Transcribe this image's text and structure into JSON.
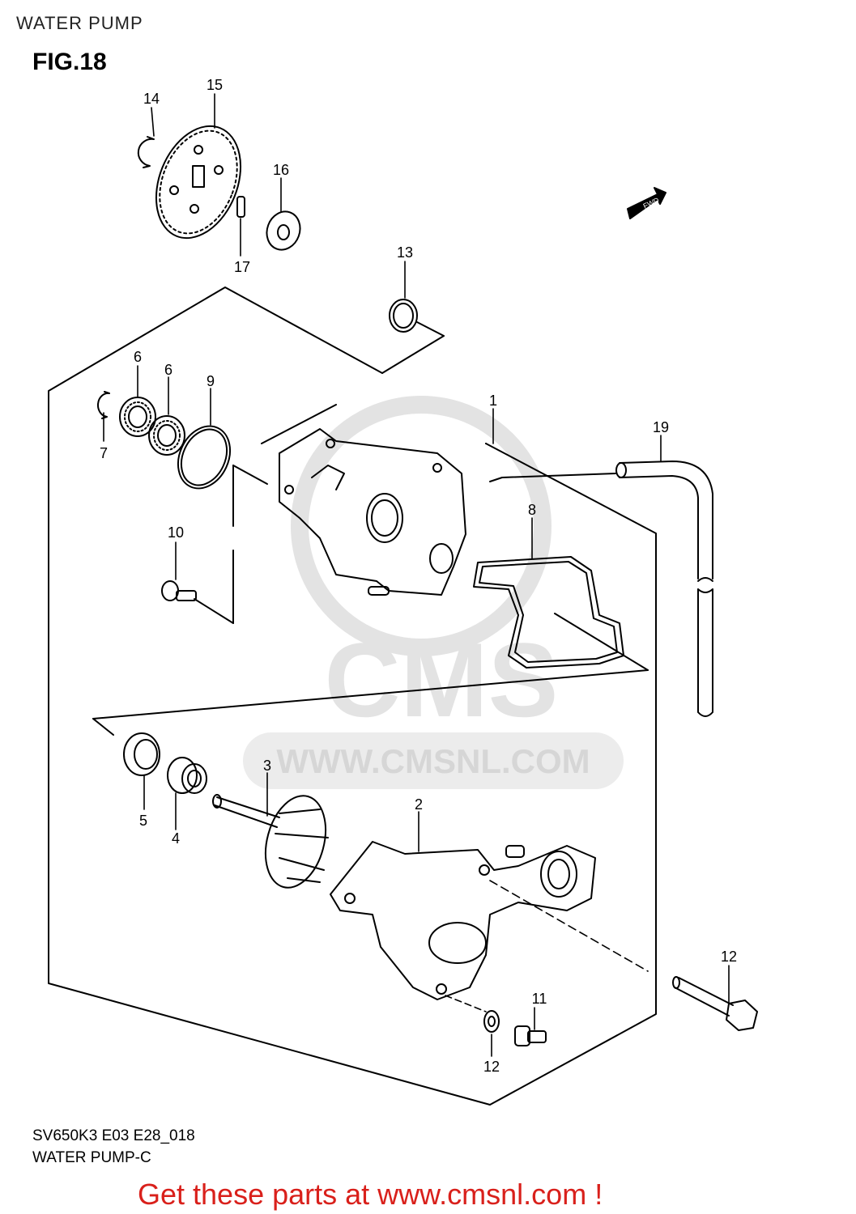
{
  "header": {
    "title": "WATER PUMP",
    "figure": "FIG.18"
  },
  "watermark": {
    "brand": "CMS",
    "url": "WWW.CMSNL.COM"
  },
  "fwd_label": "FWD",
  "callouts": [
    {
      "id": "c1",
      "label": "1"
    },
    {
      "id": "c2",
      "label": "2"
    },
    {
      "id": "c3",
      "label": "3"
    },
    {
      "id": "c4",
      "label": "4"
    },
    {
      "id": "c5",
      "label": "5"
    },
    {
      "id": "c6a",
      "label": "6"
    },
    {
      "id": "c6b",
      "label": "6"
    },
    {
      "id": "c7",
      "label": "7"
    },
    {
      "id": "c8",
      "label": "8"
    },
    {
      "id": "c9",
      "label": "9"
    },
    {
      "id": "c10",
      "label": "10"
    },
    {
      "id": "c11",
      "label": "11"
    },
    {
      "id": "c12",
      "label": "12"
    },
    {
      "id": "c13",
      "label": "13"
    },
    {
      "id": "c14",
      "label": "14"
    },
    {
      "id": "c15",
      "label": "15"
    },
    {
      "id": "c16",
      "label": "16"
    },
    {
      "id": "c17",
      "label": "17"
    },
    {
      "id": "c18",
      "label": "18"
    },
    {
      "id": "c19",
      "label": "19"
    }
  ],
  "footer": {
    "code": "SV650K3 E03 E28_018",
    "subtitle": "WATER PUMP-C",
    "cta": "Get these parts at www.cmsnl.com !"
  },
  "colors": {
    "line": "#000000",
    "cta": "#d9201b",
    "watermark": "#e3e3e3"
  }
}
